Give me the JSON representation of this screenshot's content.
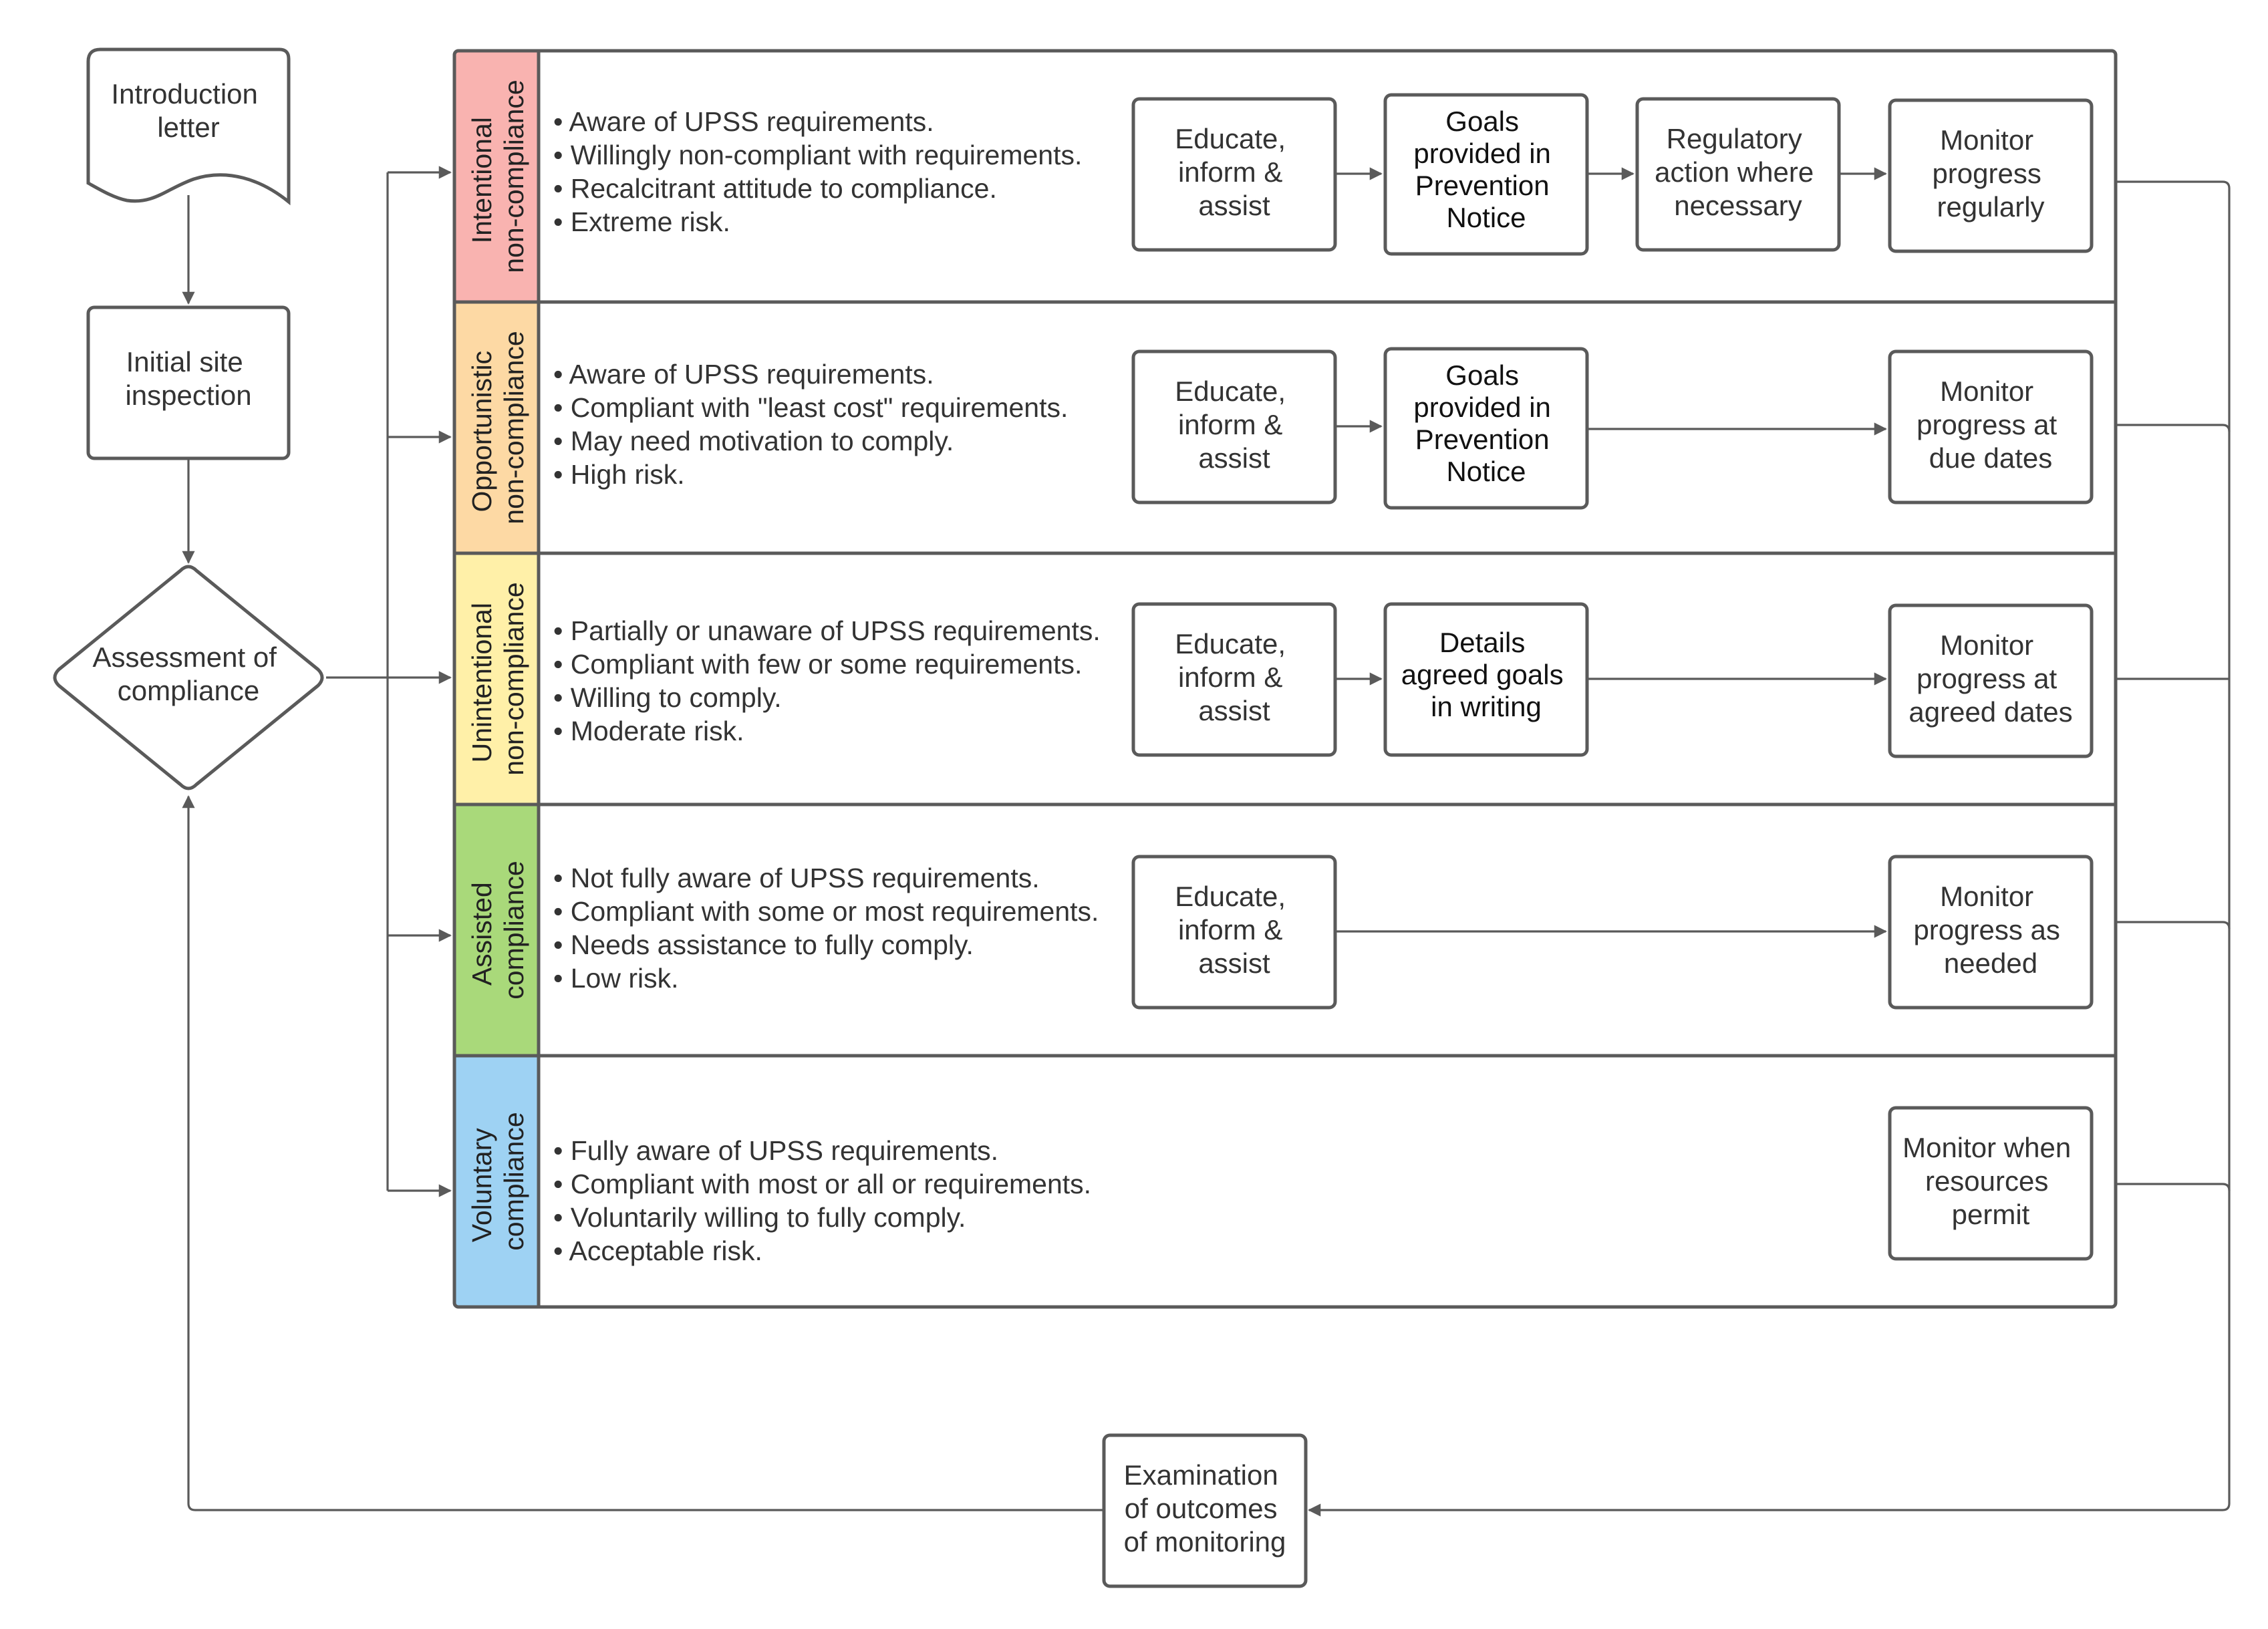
{
  "colors": {
    "line": "#5a5a5a",
    "lane_intentional": "#f9b3b0",
    "lane_opportunistic": "#fdd9a4",
    "lane_unintentional": "#fff0a8",
    "lane_assisted": "#a9d97a",
    "lane_voluntary": "#9ed2f3"
  },
  "start": {
    "intro_letter": [
      "Introduction",
      "letter"
    ],
    "initial_inspection": [
      "Initial site",
      "inspection"
    ],
    "assessment": [
      "Assessment of",
      "compliance"
    ]
  },
  "examination": [
    "Examination",
    "of outcomes",
    "of monitoring"
  ],
  "lanes": [
    {
      "label": [
        "Intentional",
        "non-compliance"
      ],
      "bullets": [
        "Aware of UPSS requirements.",
        "Willingly non-compliant with requirements.",
        "Recalcitrant attitude to compliance.",
        "Extreme risk."
      ],
      "steps": {
        "educate": [
          "Educate,",
          "inform &",
          "assist"
        ],
        "goals": [
          "Goals",
          "provided in",
          "Prevention",
          "Notice"
        ],
        "regulatory": [
          "Regulatory",
          "action where",
          "necessary"
        ],
        "monitor": [
          "Monitor",
          "progress",
          "regularly"
        ]
      }
    },
    {
      "label": [
        "Opportunistic",
        "non-compliance"
      ],
      "bullets": [
        "Aware of UPSS requirements.",
        "Compliant with \"least cost\" requirements.",
        "May need motivation to comply.",
        "High risk."
      ],
      "steps": {
        "educate": [
          "Educate,",
          "inform &",
          "assist"
        ],
        "goals": [
          "Goals",
          "provided in",
          "Prevention",
          "Notice"
        ],
        "monitor": [
          "Monitor",
          "progress at",
          "due dates"
        ]
      }
    },
    {
      "label": [
        "Unintentional",
        "non-compliance"
      ],
      "bullets": [
        "Partially or unaware of UPSS requirements.",
        "Compliant with few or some requirements.",
        "Willing to comply.",
        "Moderate risk."
      ],
      "steps": {
        "educate": [
          "Educate,",
          "inform &",
          "assist"
        ],
        "goals": [
          "Details",
          "agreed goals",
          "in writing"
        ],
        "monitor": [
          "Monitor",
          "progress at",
          "agreed dates"
        ]
      }
    },
    {
      "label": [
        "Assisted",
        "compliance"
      ],
      "bullets": [
        "Not fully aware of UPSS requirements.",
        "Compliant with some or most requirements.",
        "Needs assistance to fully comply.",
        "Low risk."
      ],
      "steps": {
        "educate": [
          "Educate,",
          "inform &",
          "assist"
        ],
        "monitor": [
          "Monitor",
          "progress as",
          "needed"
        ]
      }
    },
    {
      "label": [
        "Voluntary",
        "compliance"
      ],
      "bullets": [
        "Fully aware of UPSS requirements.",
        "Compliant with most or all or requirements.",
        "Voluntarily willing to fully comply.",
        "Acceptable risk."
      ],
      "steps": {
        "monitor": [
          "Monitor when",
          "resources",
          "permit"
        ]
      }
    }
  ]
}
